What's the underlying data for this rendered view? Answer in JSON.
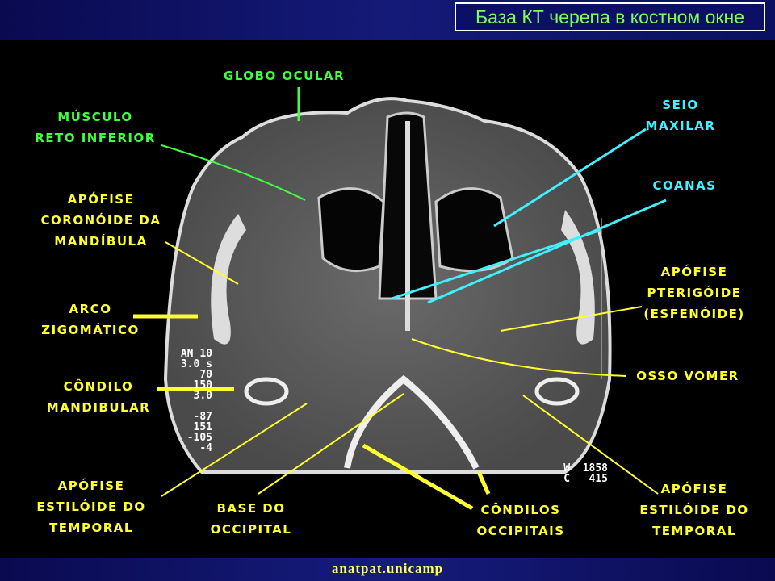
{
  "header": {
    "title": "База КТ черепа в костном окне"
  },
  "footer": {
    "text": "anatpat.unicamp"
  },
  "labels": {
    "globo_ocular": [
      "GLOBO OCULAR"
    ],
    "musculo": [
      "MÚSCULO",
      "RETO INFERIOR"
    ],
    "coronoide": [
      "APÓFISE",
      "CORONÓIDE DA",
      "MANDÍBULA"
    ],
    "arco": [
      "ARCO",
      "ZIGOMÁTICO"
    ],
    "condilo": [
      "CÔNDILO",
      "MANDIBULAR"
    ],
    "estiloide_l": [
      "APÓFISE",
      "ESTILÓIDE DO",
      "TEMPORAL"
    ],
    "base": [
      "BASE DO",
      "OCCIPITAL"
    ],
    "condilos": [
      "CÔNDILOS",
      "OCCIPITAIS"
    ],
    "estiloide_r": [
      "APÓFISE",
      "ESTILÓIDE DO",
      "TEMPORAL"
    ],
    "vomer": [
      "OSSO VOMER"
    ],
    "pterigoide": [
      "APÓFISE",
      "PTERIGÓIDE",
      "(ESFENÓIDE)"
    ],
    "coanas": [
      "COANAS"
    ],
    "seio": [
      "SEIO",
      "MAXILAR"
    ]
  },
  "scan_overlay": {
    "left": [
      "AN 10",
      "3.0 s",
      "70",
      "150",
      "3.0",
      "",
      "-87",
      "151",
      "-105",
      "-4"
    ],
    "right": [
      "W  1858",
      "C   415"
    ]
  },
  "colors": {
    "yellow": "#ffff30",
    "green": "#40ff40",
    "cyan": "#40f0ff"
  }
}
